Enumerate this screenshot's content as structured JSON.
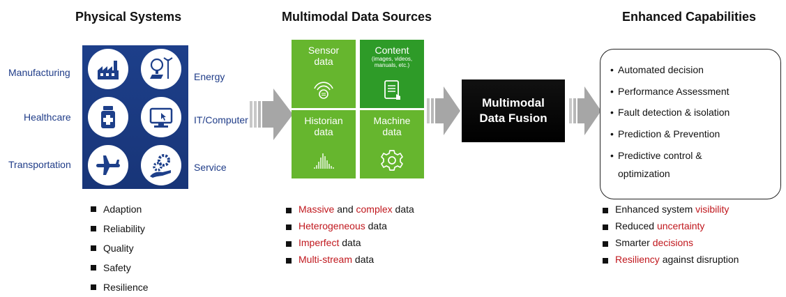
{
  "headings": {
    "physical": "Physical Systems",
    "sources": "Multimodal Data Sources",
    "capabilities": "Enhanced Capabilities"
  },
  "physical_systems": {
    "left_labels": [
      "Manufacturing",
      "Healthcare",
      "Transportation"
    ],
    "right_labels": [
      "Energy",
      "IT/Computer",
      "Service"
    ],
    "icons": [
      "factory-icon",
      "energy-icon",
      "medicine-icon",
      "computer-icon",
      "airplane-icon",
      "service-gears-icon"
    ],
    "bullets": [
      "Adaption",
      "Reliability",
      "Quality",
      "Safety",
      "Resilience"
    ]
  },
  "data_sources": {
    "tiles": [
      {
        "title": "Sensor data",
        "subtitle": "",
        "icon": "sensor-icon"
      },
      {
        "title": "Content",
        "subtitle": "(images, videos, manuals, etc.)",
        "icon": "tablet-icon"
      },
      {
        "title": "Historian data",
        "subtitle": "",
        "icon": "waveform-icon"
      },
      {
        "title": "Machine data",
        "subtitle": "",
        "icon": "gear-icon"
      }
    ],
    "bullets": [
      {
        "highlight": "Massive",
        "middle": " and ",
        "highlight2": "complex",
        "rest": " data"
      },
      {
        "highlight": "Heterogeneous",
        "rest": " data"
      },
      {
        "highlight": "Imperfect",
        "rest": " data"
      },
      {
        "highlight": "Multi-stream",
        "rest": " data"
      }
    ]
  },
  "fusion": {
    "line1": "Multimodal",
    "line2": "Data Fusion"
  },
  "capabilities": {
    "items": [
      "Automated decision",
      "Performance Assessment",
      "Fault detection & isolation",
      "Prediction & Prevention",
      "Predictive control & optimization"
    ],
    "bullets": [
      {
        "before": "Enhanced system ",
        "highlight": "visibility",
        "after": ""
      },
      {
        "before": "Reduced ",
        "highlight": "uncertainty",
        "after": ""
      },
      {
        "before": "Smarter ",
        "highlight": "decisions",
        "after": ""
      },
      {
        "before": "",
        "highlight": "Resiliency",
        "after": " against disruption"
      }
    ]
  },
  "colors": {
    "navy": "#1d3f8a",
    "green_light": "#66b62e",
    "green_dark": "#2e9b28",
    "highlight_red": "#c0171d",
    "arrow_gray": "#a6a6a6"
  }
}
